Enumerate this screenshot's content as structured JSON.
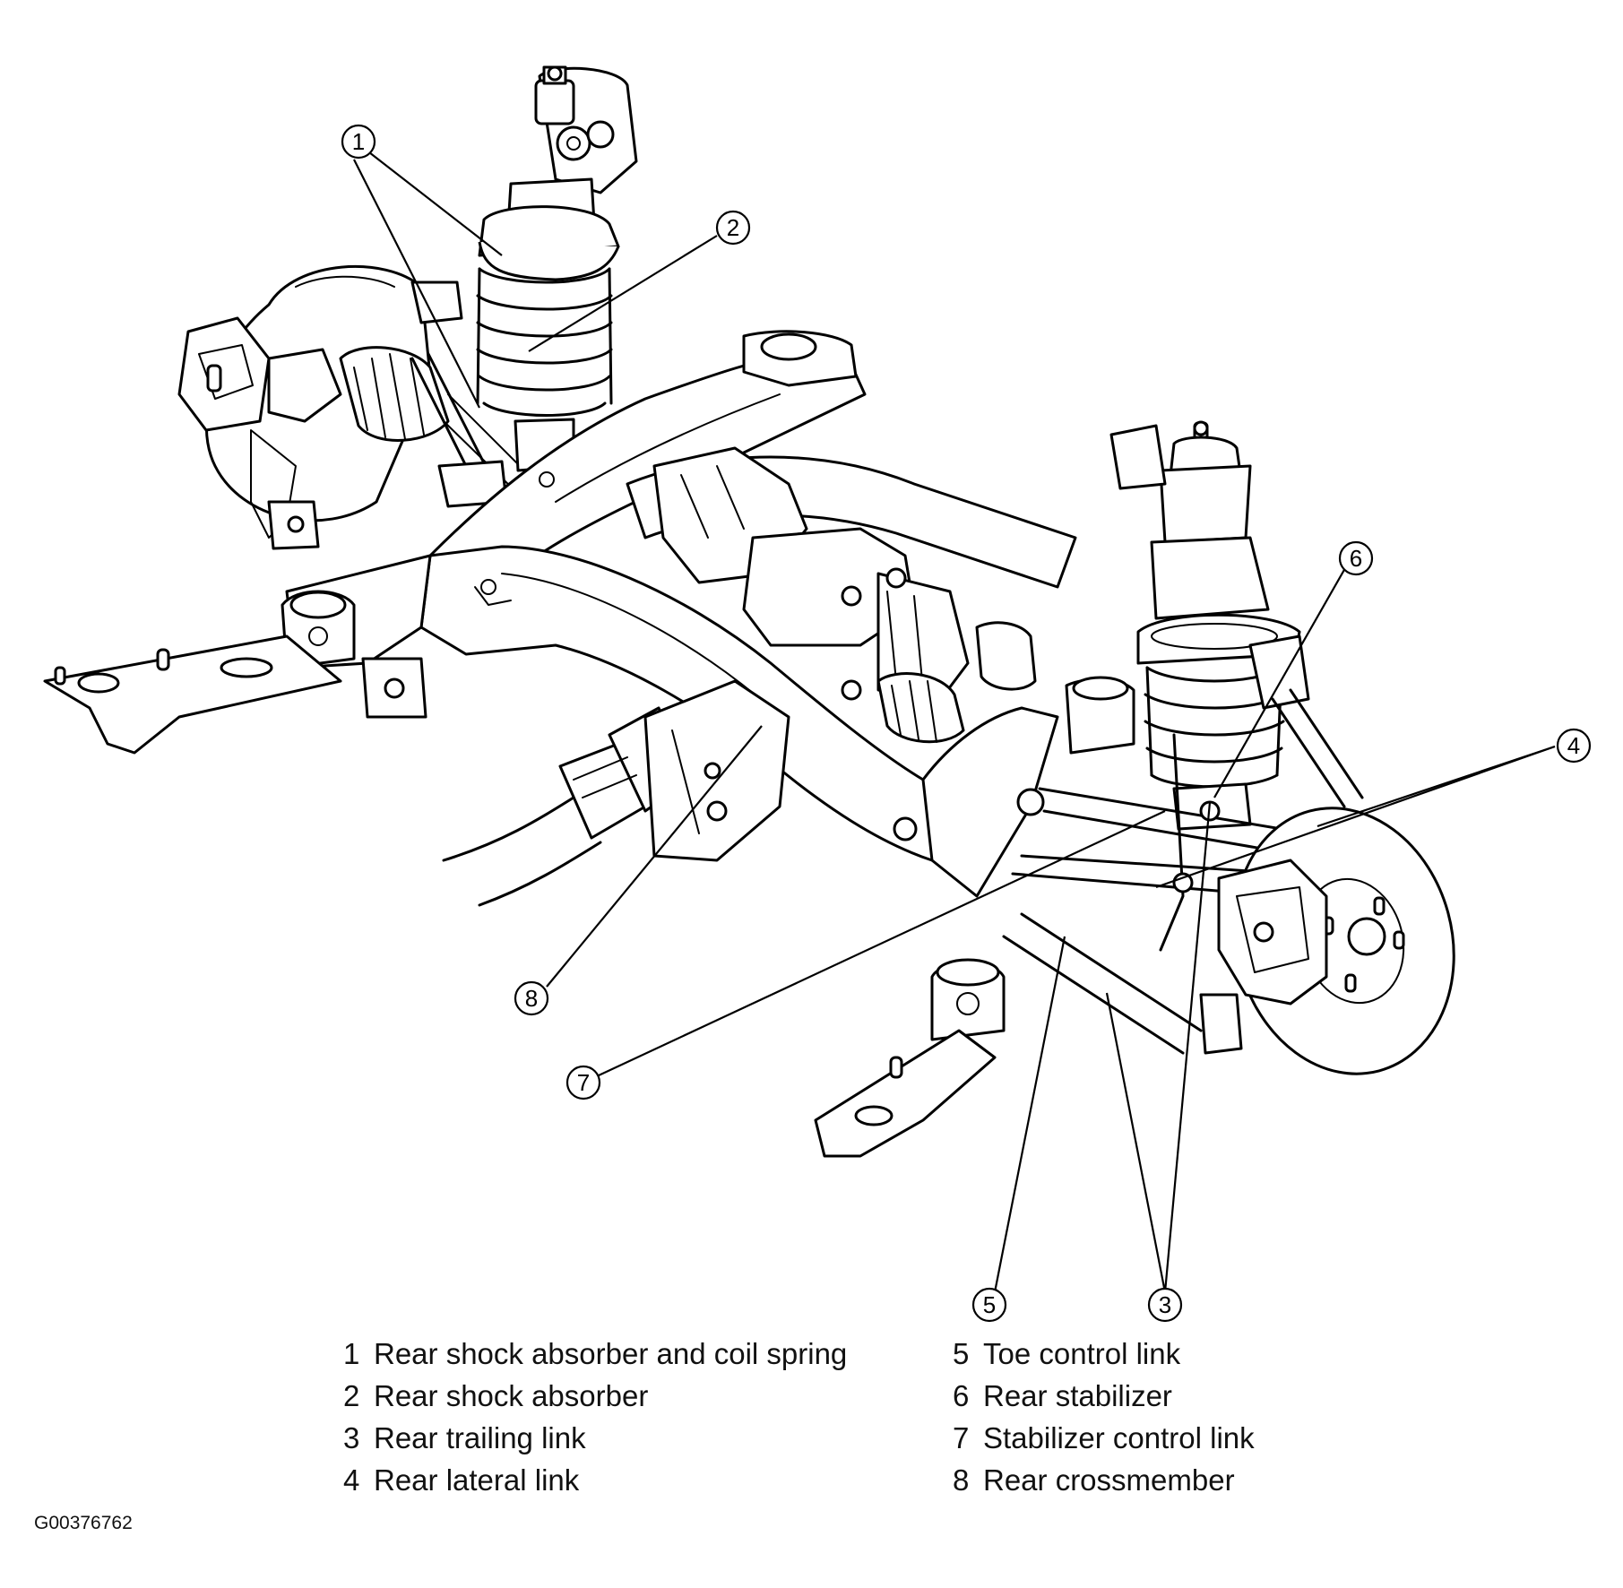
{
  "callouts": [
    "1",
    "2",
    "3",
    "4",
    "5",
    "6",
    "7",
    "8"
  ],
  "legend": {
    "left": [
      {
        "num": "1",
        "label": "Rear shock absorber and coil spring"
      },
      {
        "num": "2",
        "label": "Rear shock absorber"
      },
      {
        "num": "3",
        "label": "Rear trailing link"
      },
      {
        "num": "4",
        "label": "Rear lateral link"
      }
    ],
    "right": [
      {
        "num": "5",
        "label": "Toe control link"
      },
      {
        "num": "6",
        "label": "Rear stabilizer"
      },
      {
        "num": "7",
        "label": "Stabilizer control link"
      },
      {
        "num": "8",
        "label": "Rear crossmember"
      }
    ]
  },
  "figure_id": "G00376762"
}
